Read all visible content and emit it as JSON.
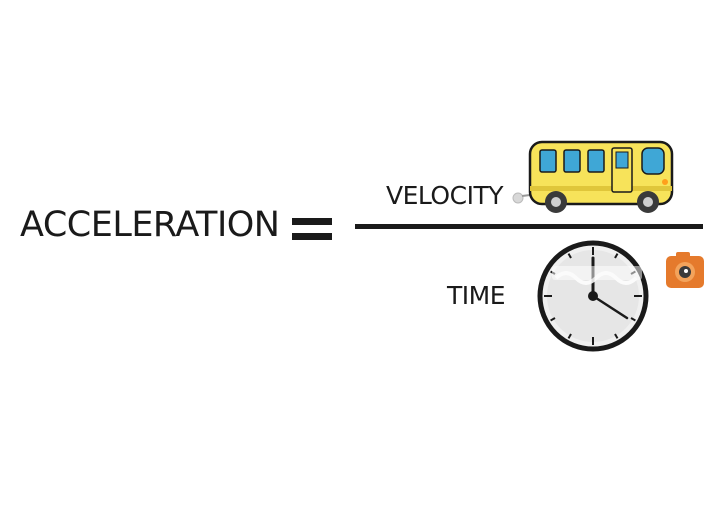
{
  "equation": {
    "lhs": "ACCELERATION",
    "numerator": "VELOCITY",
    "denominator": "TIME"
  },
  "illustrations": {
    "numerator_icon": "school-bus-icon",
    "denominator_icon": "clock-icon",
    "watermark_icon": "camera-logo-icon"
  },
  "colors": {
    "text": "#1a1a1a",
    "bus_body": "#f7e35a",
    "bus_windows": "#3fa7d6",
    "clock_face": "#f0f0f0",
    "watermark": "#e57a2c"
  }
}
